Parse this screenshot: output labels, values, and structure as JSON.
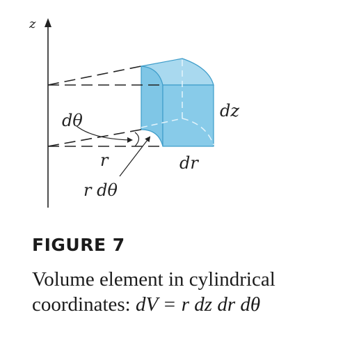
{
  "diagram": {
    "axis_label": "z",
    "labels": {
      "dtheta": "dθ",
      "r": "r",
      "r_dtheta": "r dθ",
      "dz": "dz",
      "dr": "dr"
    },
    "colors": {
      "axis": "#222222",
      "dashed_lines": "#222222",
      "solid_fill": "#7fc6e6",
      "solid_fill_light": "#a9d9ef",
      "solid_edge": "#3d9cc9",
      "hidden_edge": "#d8eef8"
    }
  },
  "caption": {
    "title": "FIGURE 7",
    "line1": "Volume element in cylindrical",
    "line2_prefix": "coordinates: ",
    "line2_formula": "dV = r dz dr dθ"
  }
}
